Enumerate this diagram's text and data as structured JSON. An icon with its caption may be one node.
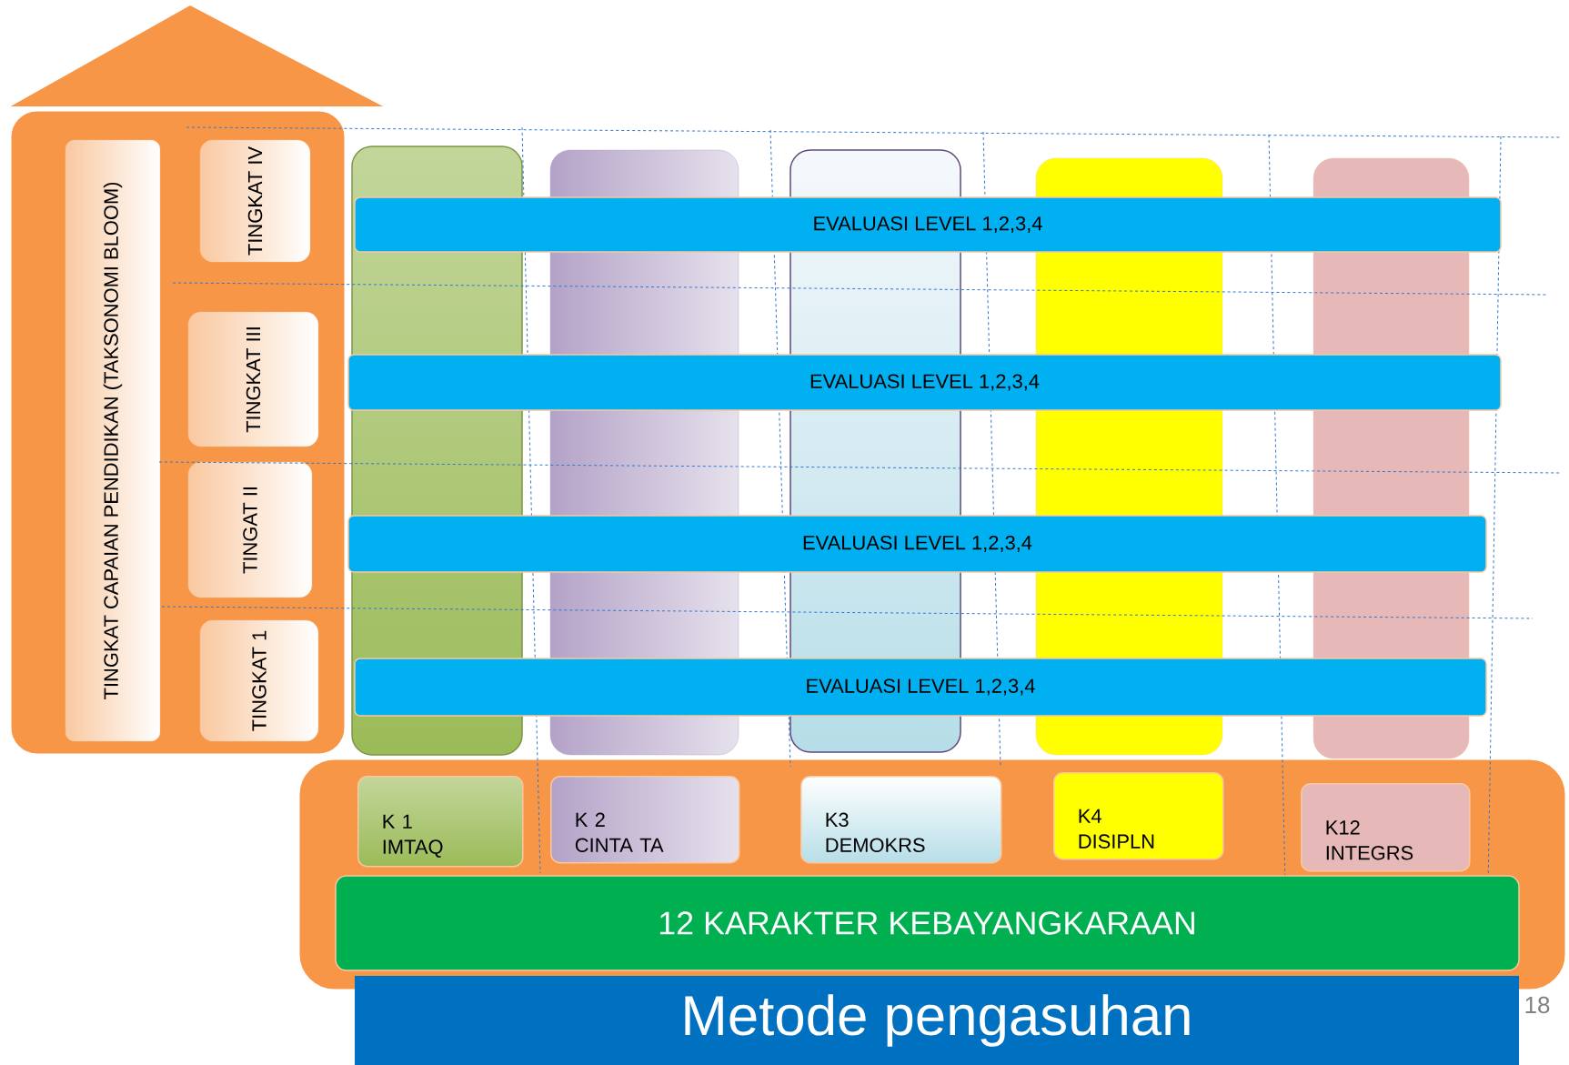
{
  "diagram": {
    "nodes": [
      {
        "text": [],
        "shape": "box"
      },
      {
        "text": [
          "TINGKAT  CAPAIAN PENDIDIKAN (TAKSONOMI BLOOM)"
        ],
        "in": 0
      },
      {
        "text": [
          "TINGKAT IV"
        ],
        "in": 0
      },
      {
        "text": [
          "TINGKAT III"
        ],
        "in": 0
      },
      {
        "text": [
          "TINGAT  II"
        ],
        "in": 0
      },
      {
        "text": [
          "TINGKAT 1"
        ],
        "in": 0
      },
      {
        "text": [],
        "shape": "box"
      },
      {
        "text": [],
        "shape": "box"
      },
      {
        "text": [],
        "shape": "box"
      },
      {
        "text": [],
        "shape": "box"
      },
      {
        "text": [],
        "shape": "box"
      },
      {
        "text": [
          "EVALUASI LEVEL 1,2,3,4"
        ]
      },
      {
        "text": [
          "EVALUASI LEVEL 1,2,3,4"
        ]
      },
      {
        "text": [
          "EVALUASI LEVEL 1,2,3,4"
        ]
      },
      {
        "text": [
          "EVALUASI LEVEL 1,2,3,4"
        ]
      },
      {
        "text": [],
        "shape": "box"
      },
      {
        "text": [
          "K 1",
          "IMTAQ"
        ],
        "in": 15
      },
      {
        "text": [
          "K 2",
          "CINTA TA"
        ],
        "in": 15
      },
      {
        "text": [
          "K3",
          "DEMOKRS"
        ],
        "in": 15
      },
      {
        "text": [
          "K4",
          "DISIPLN"
        ],
        "in": 15
      },
      {
        "text": [
          "K12",
          "INTEGRS"
        ],
        "in": 15
      },
      {
        "text": [
          "12 KARAKTER KEBAYANGKARAAN"
        ],
        "in": 15
      },
      {
        "text": [
          "Metode pengasuhan"
        ]
      }
    ],
    "labels": [
      "18"
    ]
  }
}
